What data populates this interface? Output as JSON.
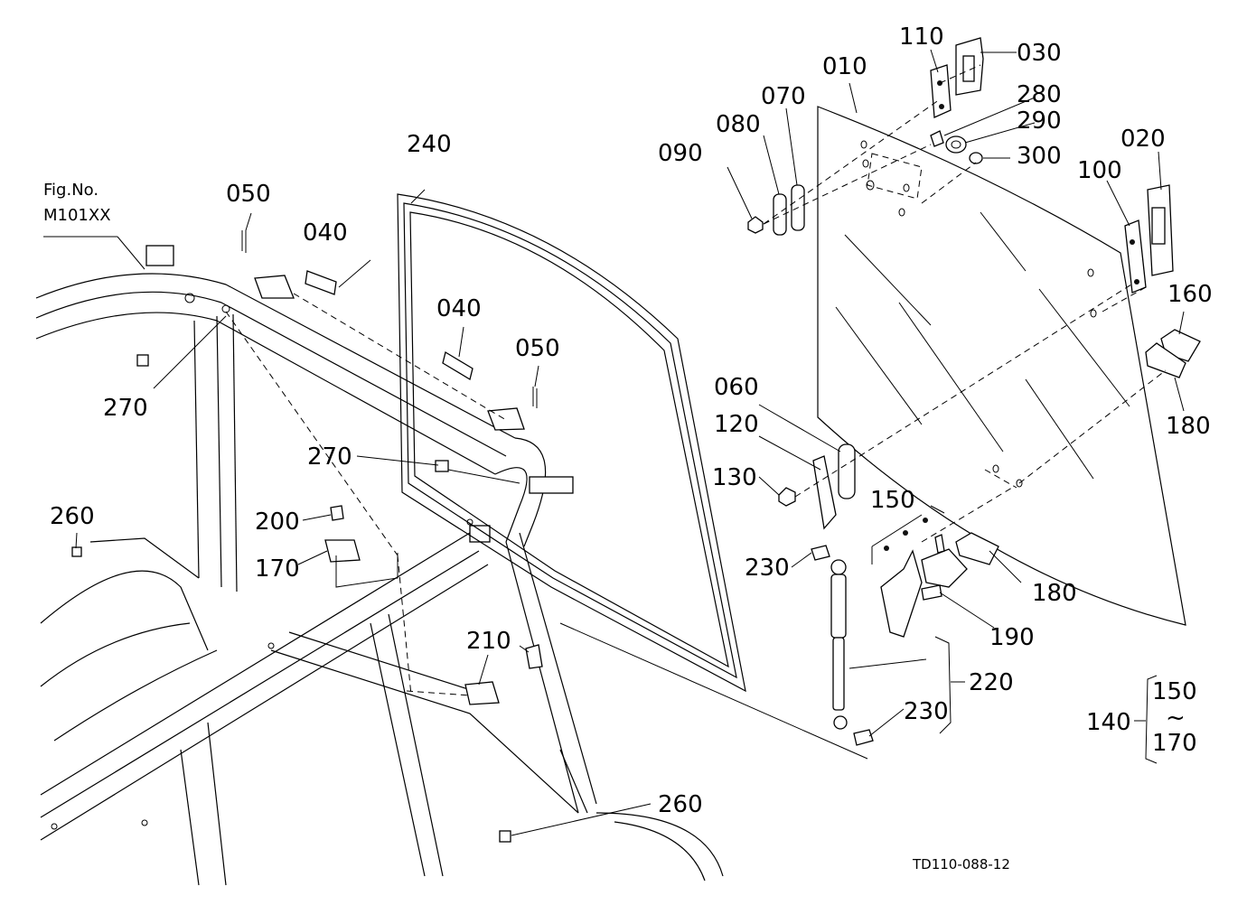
{
  "figure": {
    "fig_label": "Fig.No.",
    "fig_number": "M101XX",
    "drawing_code": "TD110-088-12"
  },
  "callouts": {
    "c010": "010",
    "c020": "020",
    "c030": "030",
    "c040a": "040",
    "c040b": "040",
    "c050a": "050",
    "c050b": "050",
    "c060": "060",
    "c070": "070",
    "c080": "080",
    "c090": "090",
    "c100": "100",
    "c110": "110",
    "c120": "120",
    "c130": "130",
    "c150": "150",
    "c160": "160",
    "c170": "170",
    "c180a": "180",
    "c180b": "180",
    "c190": "190",
    "c200": "200",
    "c210": "210",
    "c220": "220",
    "c230a": "230",
    "c230b": "230",
    "c240": "240",
    "c260a": "260",
    "c260b": "260",
    "c270a": "270",
    "c270b": "270",
    "c280": "280",
    "c290": "290",
    "c300": "300"
  },
  "range_note": {
    "set_number": "140",
    "from": "150",
    "tilde": "~",
    "to": "170"
  }
}
